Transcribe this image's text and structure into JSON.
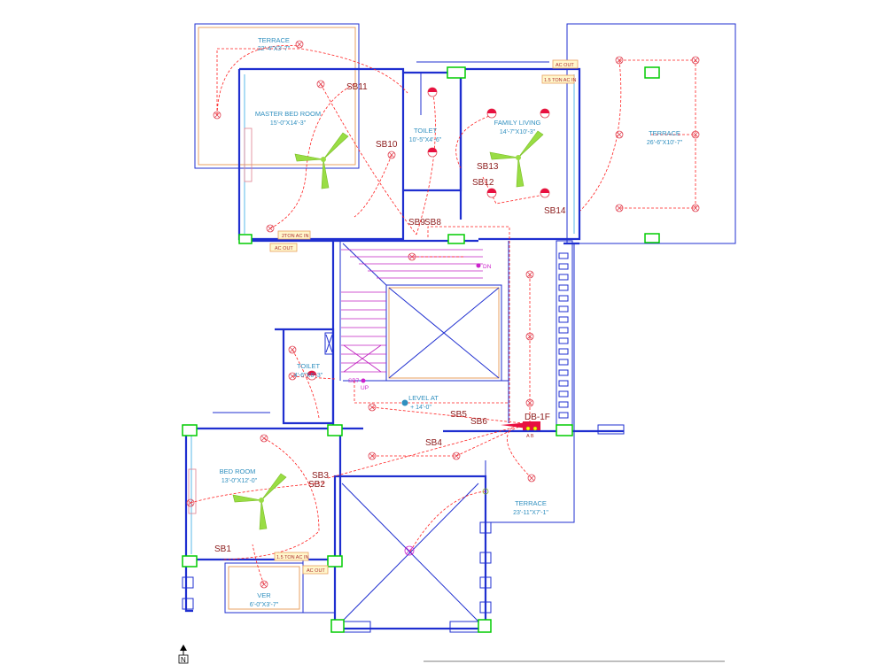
{
  "rooms": {
    "terrace_nw": {
      "name": "TERRACE",
      "size": "22'-4\"X3'-7\""
    },
    "master_bed": {
      "name": "MASTER BED ROOM",
      "size": "15'-0\"X14'-3\""
    },
    "toilet_upper": {
      "name": "TOILET",
      "size": "10'-5\"X4'-6\""
    },
    "family_living": {
      "name": "FAMILY LIVING",
      "size": "14'-7\"X10'-3\""
    },
    "terrace_ne": {
      "name": "TERRACE",
      "size": "26'-6\"X10'-7\""
    },
    "toilet_lower": {
      "name": "TOILET",
      "size": "4'-6\"X6'-3\""
    },
    "bed_room": {
      "name": "BED ROOM",
      "size": "13'-0\"X12'-0\""
    },
    "terrace_se": {
      "name": "TERRACE",
      "size": "23'-11\"X7'-1\""
    },
    "verandah": {
      "name": "VER",
      "size": "6'-0\"X3'-7\""
    }
  },
  "level": {
    "label": "LEVEL AT",
    "value": "+ 14'-0\""
  },
  "switchboards": {
    "sb1": "SB1",
    "sb2": "SB2",
    "sb3": "SB3",
    "sb4": "SB4",
    "sb5": "SB5",
    "sb6": "SB6",
    "sb7": "SB7",
    "sb8": "SB8",
    "sb9": "SB9",
    "sb10": "SB10",
    "sb11": "SB11",
    "sb12": "SB12",
    "sb13": "SB13",
    "sb14": "SB14"
  },
  "distribution_board": {
    "label": "DB-1F",
    "sub": "A B"
  },
  "ac_tags": {
    "ac_out_ne": "AC OUT",
    "ac_in_ne": "1.5 TON AC IN",
    "ac_in_master": "2TON AC IN",
    "ac_out_master": "AC OUT",
    "ac_in_bed": "1.5 TON AC IN",
    "ac_out_bed": "AC OUT"
  },
  "stair": {
    "down": "DN",
    "up": "UP"
  },
  "north": "N",
  "colors": {
    "wall": "#1f2fd0",
    "wiring": "#ff2020",
    "column": "#00cc00",
    "fan": "#99dd44",
    "room_text": "#2f8fbf",
    "sb_text": "#8b1a1a"
  }
}
